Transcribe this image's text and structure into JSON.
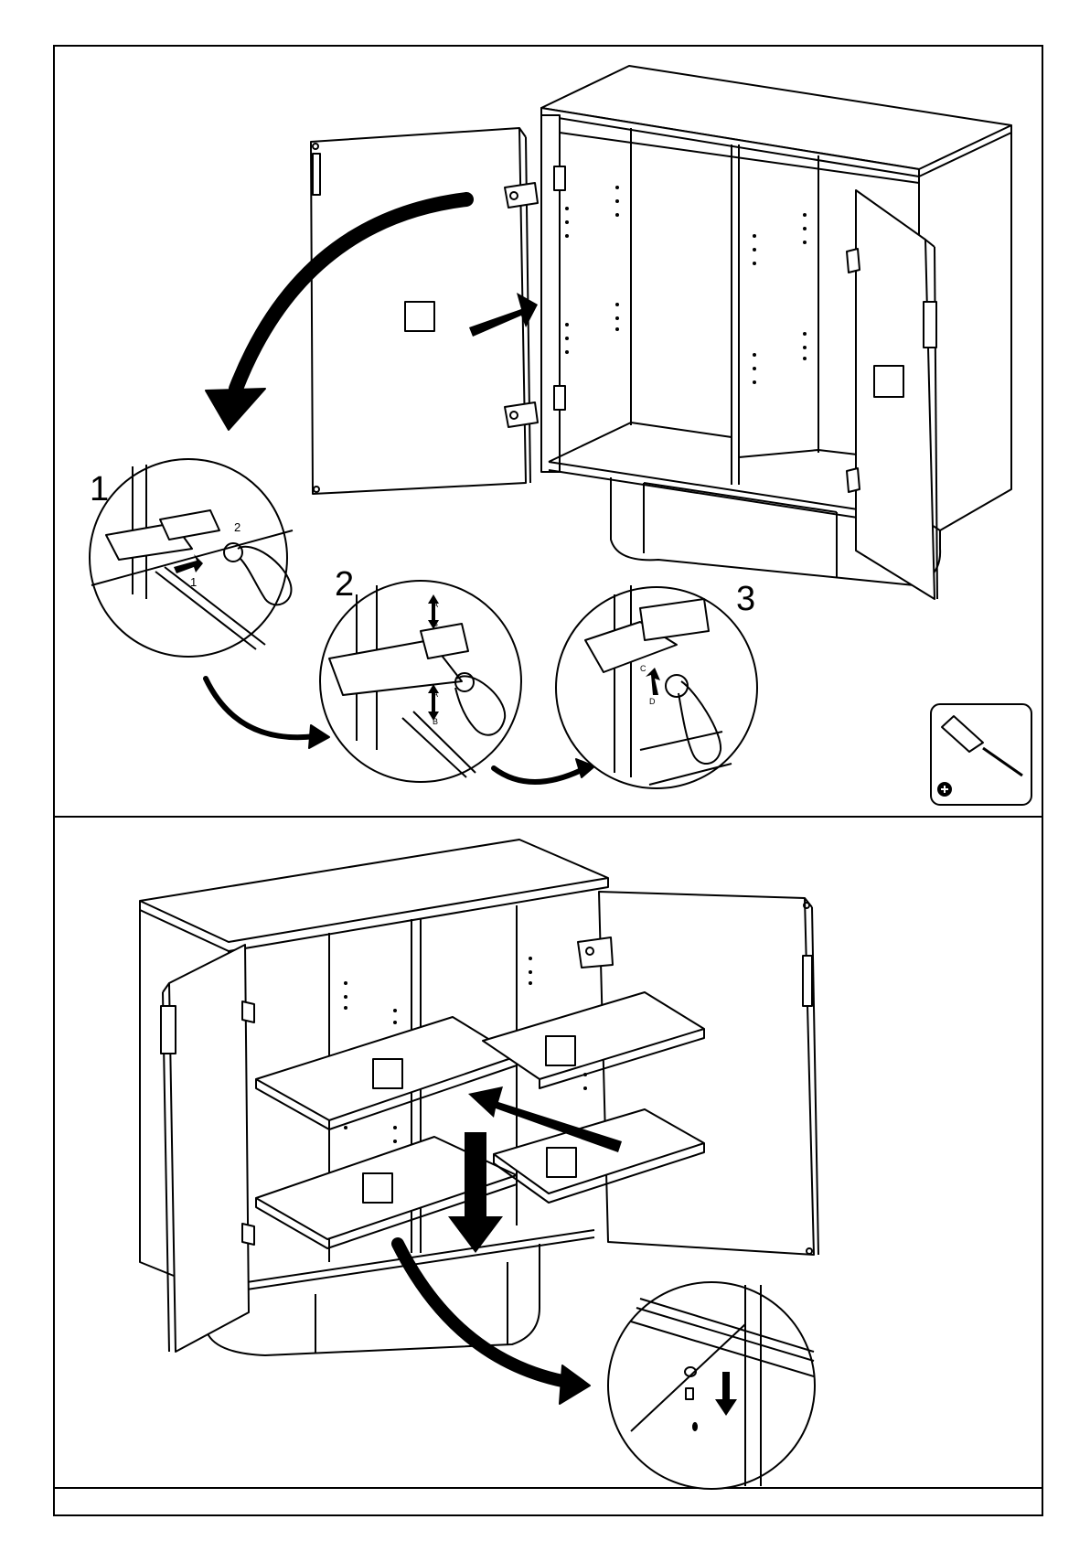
{
  "steps": {
    "step1": {
      "number": "1",
      "sub_labels": [
        "1",
        "2"
      ]
    },
    "step2": {
      "number": "2",
      "sub_labels": [
        "A",
        "B",
        "A",
        "B"
      ]
    },
    "step3": {
      "number": "3",
      "sub_labels": [
        "C",
        "D"
      ]
    }
  },
  "tool": {
    "icon": "phillips-screwdriver-icon",
    "symbol": "plus-head-icon"
  },
  "colors": {
    "line": "#000000",
    "background": "#ffffff"
  }
}
